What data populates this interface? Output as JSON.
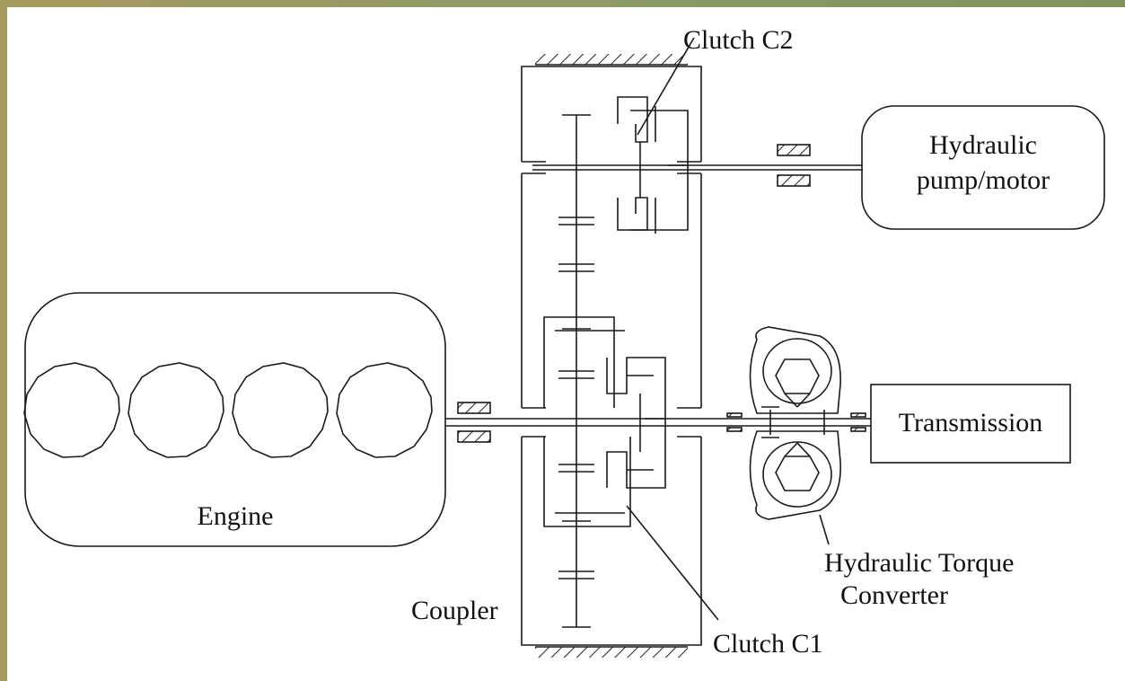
{
  "labels": {
    "clutch_c2": "Clutch C2",
    "hydraulic_pump_line1": "Hydraulic",
    "hydraulic_pump_line2": "pump/motor",
    "engine": "Engine",
    "transmission": "Transmission",
    "hydraulic_torque_converter_line1": "Hydraulic Torque",
    "hydraulic_torque_converter_line2": "Converter",
    "coupler": "Coupler",
    "clutch_c1": "Clutch C1"
  },
  "colors": {
    "line": "#1a1a1a",
    "background": "#ffffff",
    "border_left": "#a79a5e",
    "border_right": "#7d9460"
  }
}
